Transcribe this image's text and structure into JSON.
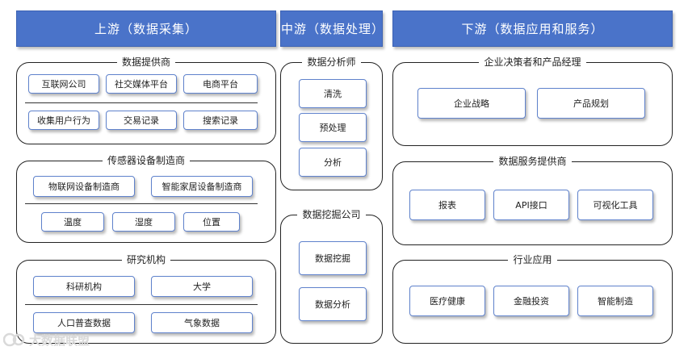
{
  "headers": {
    "upstream": "上游（数据采集）",
    "midstream": "中游（数据处理）",
    "downstream": "下游（数据应用和服务）"
  },
  "upstream": {
    "data_providers": {
      "title": "数据提供商",
      "row1": [
        "互联网公司",
        "社交媒体平台",
        "电商平台"
      ],
      "row2": [
        "收集用户行为",
        "交易记录",
        "搜索记录"
      ]
    },
    "sensor_makers": {
      "title": "传感器设备制造商",
      "row1": [
        "物联网设备制造商",
        "智能家居设备制造商"
      ],
      "row2": [
        "温度",
        "湿度",
        "位置"
      ]
    },
    "research": {
      "title": "研究机构",
      "row1": [
        "科研机构",
        "大学"
      ],
      "row2": [
        "人口普查数据",
        "气象数据"
      ]
    }
  },
  "midstream": {
    "analysts": {
      "title": "数据分析师",
      "items": [
        "清洗",
        "预处理",
        "分析"
      ]
    },
    "mining": {
      "title": "数据挖掘公司",
      "items": [
        "数据挖掘",
        "数据分析"
      ]
    }
  },
  "downstream": {
    "decision_makers": {
      "title": "企业决策者和产品经理",
      "items": [
        "企业战略",
        "产品规划"
      ]
    },
    "service_providers": {
      "title": "数据服务提供商",
      "items": [
        "报表",
        "API接口",
        "可视化工具"
      ]
    },
    "industry": {
      "title": "行业应用",
      "items": [
        "医疗健康",
        "金融投资",
        "智能制造"
      ]
    }
  },
  "watermark": {
    "text": "大数据联盟"
  },
  "colors": {
    "header_fill": "#4a73c9",
    "box_border": "#5f82cc"
  }
}
